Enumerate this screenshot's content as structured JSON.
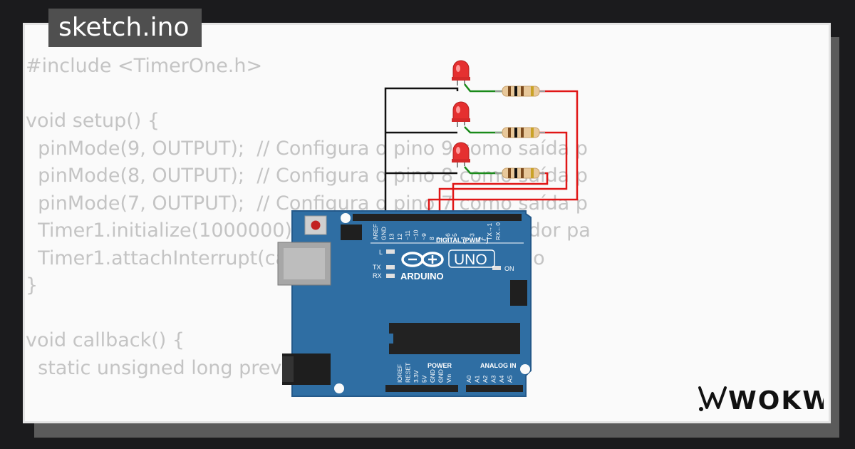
{
  "tab": {
    "label": "sketch.ino"
  },
  "code_lines": [
    "#include <TimerOne.h>",
    "",
    "void setup() {",
    "  pinMode(9, OUTPUT);  // Configura o pino 9 como saída p",
    "  pinMode(8, OUTPUT);  // Configura o pino 8 como saída p",
    "  pinMode(7, OUTPUT);  // Configura o pino 7 como saída p",
    "  Timer1.initialize(1000000); // Inicializa o temporizador pa",
    "  Timer1.attachInterrupt(callback); // Associa a função",
    "}",
    "",
    "void callback() {",
    "  static unsigned long previousMillis = 0;"
  ],
  "board": {
    "brand": "ARDUINO",
    "model": "UNO",
    "digital_label": "DIGITAL (PWM ~)",
    "power_label": "POWER",
    "analog_label": "ANALOG IN",
    "on_label": "ON",
    "l_label": "L",
    "tx_label": "TX",
    "rx_label": "RX",
    "digital_pins": [
      "AREF",
      "GND",
      "13",
      "12",
      "~11",
      "~10",
      "~9",
      "8",
      "7",
      "~6",
      "~5",
      "4",
      "~3",
      "2",
      "TX→1",
      "RX←0"
    ],
    "power_pins": [
      "IOREF",
      "RESET",
      "3.3V",
      "5V",
      "GND",
      "GND",
      "Vin"
    ],
    "analog_pins": [
      "A0",
      "A1",
      "A2",
      "A3",
      "A4",
      "A5"
    ]
  },
  "components": {
    "leds": [
      {
        "color": "red",
        "pin": "9"
      },
      {
        "color": "red",
        "pin": "8"
      },
      {
        "color": "red",
        "pin": "7"
      }
    ],
    "resistor_count": 3
  },
  "logo": {
    "text": "WOKWi"
  },
  "colors": {
    "background": "#1b1b1d",
    "card": "#fafafa",
    "tab_bg": "#4f4f4f",
    "code_text": "#c4c4c4",
    "board_blue": "#2f6ea3",
    "wire_red": "#e01616",
    "wire_black": "#111111",
    "wire_green": "#1a8a1a",
    "led_red": "#e53030"
  }
}
